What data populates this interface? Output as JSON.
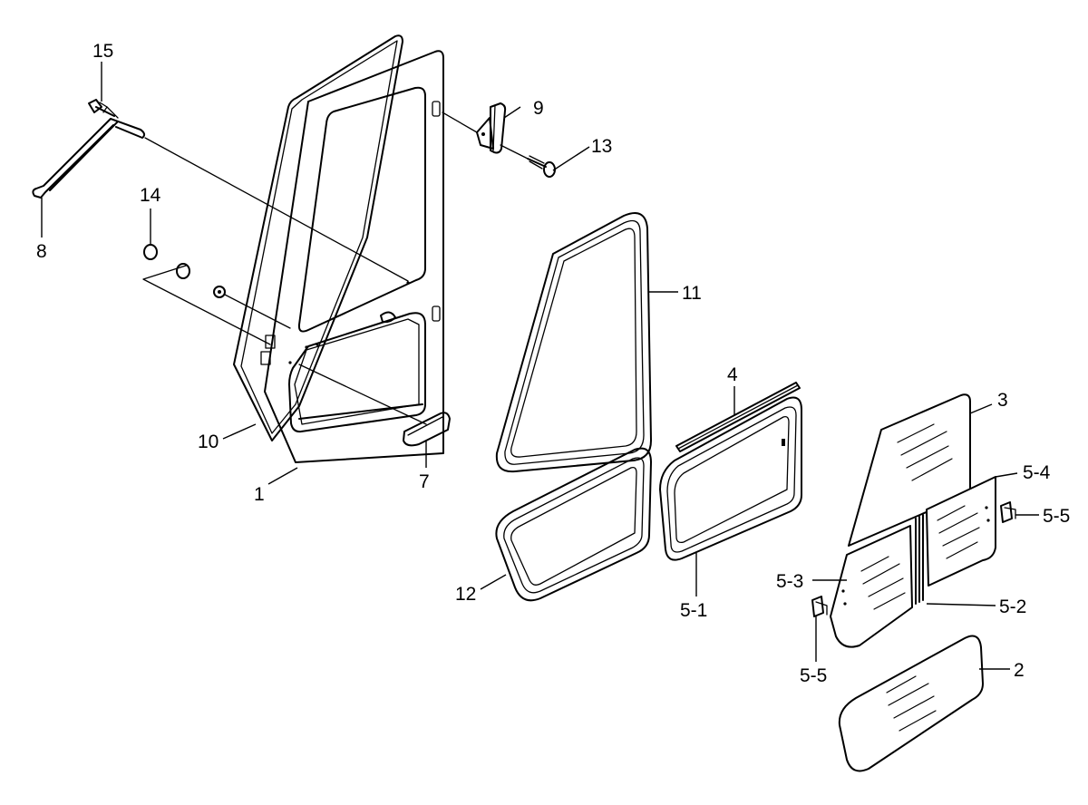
{
  "callouts": {
    "c1": "1",
    "c2": "2",
    "c3": "3",
    "c4": "4",
    "c5_1": "5-1",
    "c5_2": "5-2",
    "c5_3": "5-3",
    "c5_4": "5-4",
    "c5_5a": "5-5",
    "c5_5b": "5-5",
    "c7": "7",
    "c8": "8",
    "c9": "9",
    "c10": "10",
    "c11": "11",
    "c12": "12",
    "c13": "13",
    "c14": "14",
    "c15": "15"
  }
}
